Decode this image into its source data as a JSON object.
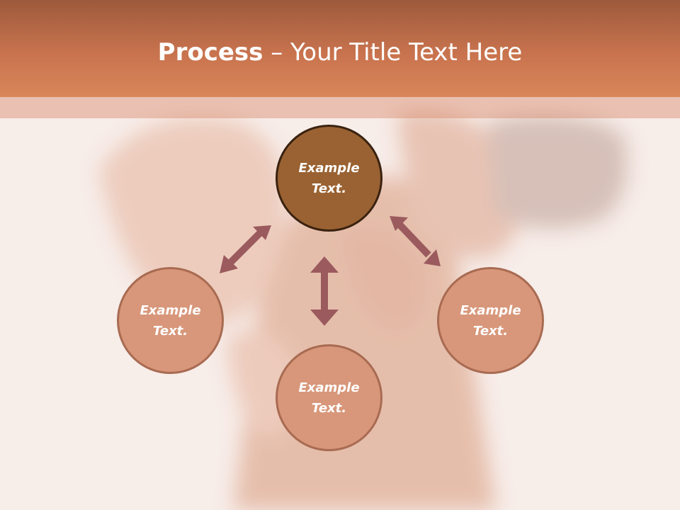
{
  "slide": {
    "title_bold": "Process",
    "title_separator": " – ",
    "title_rest": "Your Title Text Here",
    "nodes": [
      {
        "id": "top",
        "line1": "Example",
        "line2": "Text.",
        "style": "main"
      },
      {
        "id": "left",
        "line1": "Example",
        "line2": "Text.",
        "style": "sub"
      },
      {
        "id": "bottom",
        "line1": "Example",
        "line2": "Text.",
        "style": "sub"
      },
      {
        "id": "right",
        "line1": "Example",
        "line2": "Text.",
        "style": "sub"
      }
    ],
    "arrows": [
      {
        "name": "left-diagonal-double-arrow",
        "connects": [
          "left",
          "top"
        ]
      },
      {
        "name": "vertical-double-arrow",
        "connects": [
          "top",
          "bottom"
        ]
      },
      {
        "name": "right-diagonal-double-arrow",
        "connects": [
          "top",
          "right"
        ]
      }
    ],
    "colors": {
      "header": "#c8734e",
      "main_circle": "#9a6232",
      "main_circle_border": "#3a2210",
      "sub_circle": "#d8977a",
      "sub_circle_border": "#a86b52",
      "arrow": "#9b5a5e",
      "text": "#ffffff"
    },
    "background_image": "faded photo of hands holding a knee"
  }
}
